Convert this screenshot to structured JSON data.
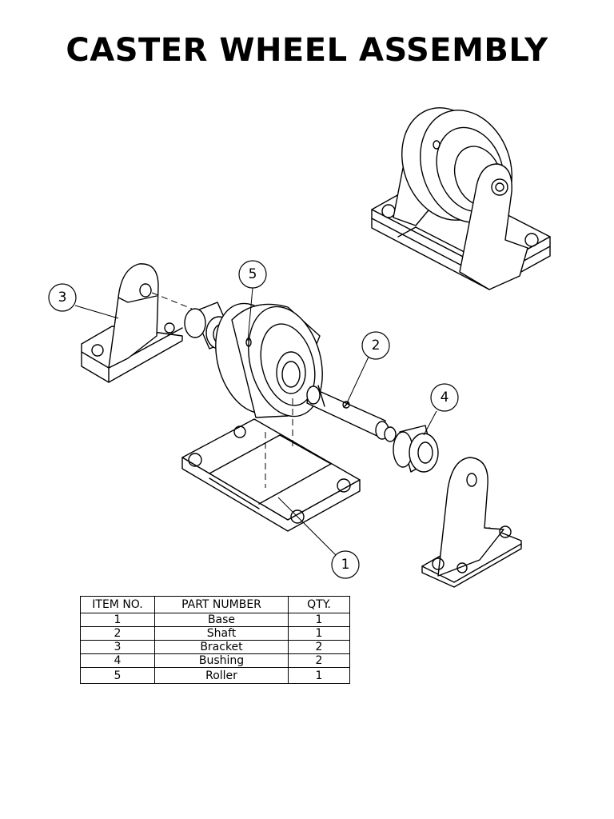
{
  "title": "CASTER WHEEL ASSEMBLY",
  "balloons": [
    "1",
    "2",
    "3",
    "4",
    "5"
  ],
  "bom": {
    "headers": [
      "ITEM NO.",
      "PART NUMBER",
      "QTY."
    ],
    "rows": [
      {
        "item": "1",
        "part": "Base",
        "qty": "1"
      },
      {
        "item": "2",
        "part": "Shaft",
        "qty": "1"
      },
      {
        "item": "3",
        "part": "Bracket",
        "qty": "2"
      },
      {
        "item": "4",
        "part": "Bushing",
        "qty": "2"
      },
      {
        "item": "5",
        "part": "Roller",
        "qty": "1"
      }
    ]
  }
}
